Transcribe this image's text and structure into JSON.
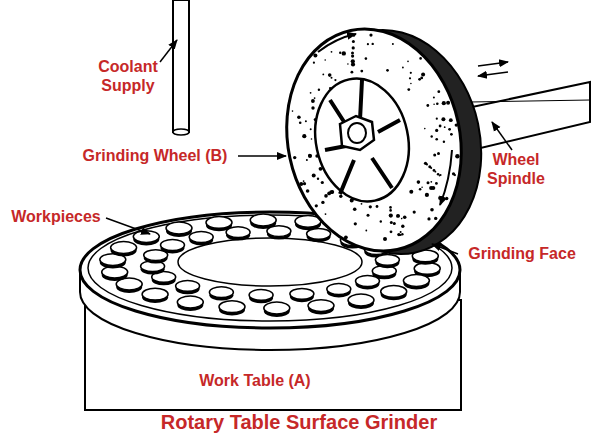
{
  "diagram": {
    "title": "Rotary Table Surface Grinder",
    "labels": [
      "Coolant Supply",
      "Grinding Wheel (B)",
      "Wheel Spindle",
      "Workpieces",
      "Grinding Face",
      "Work Table (A)"
    ]
  }
}
